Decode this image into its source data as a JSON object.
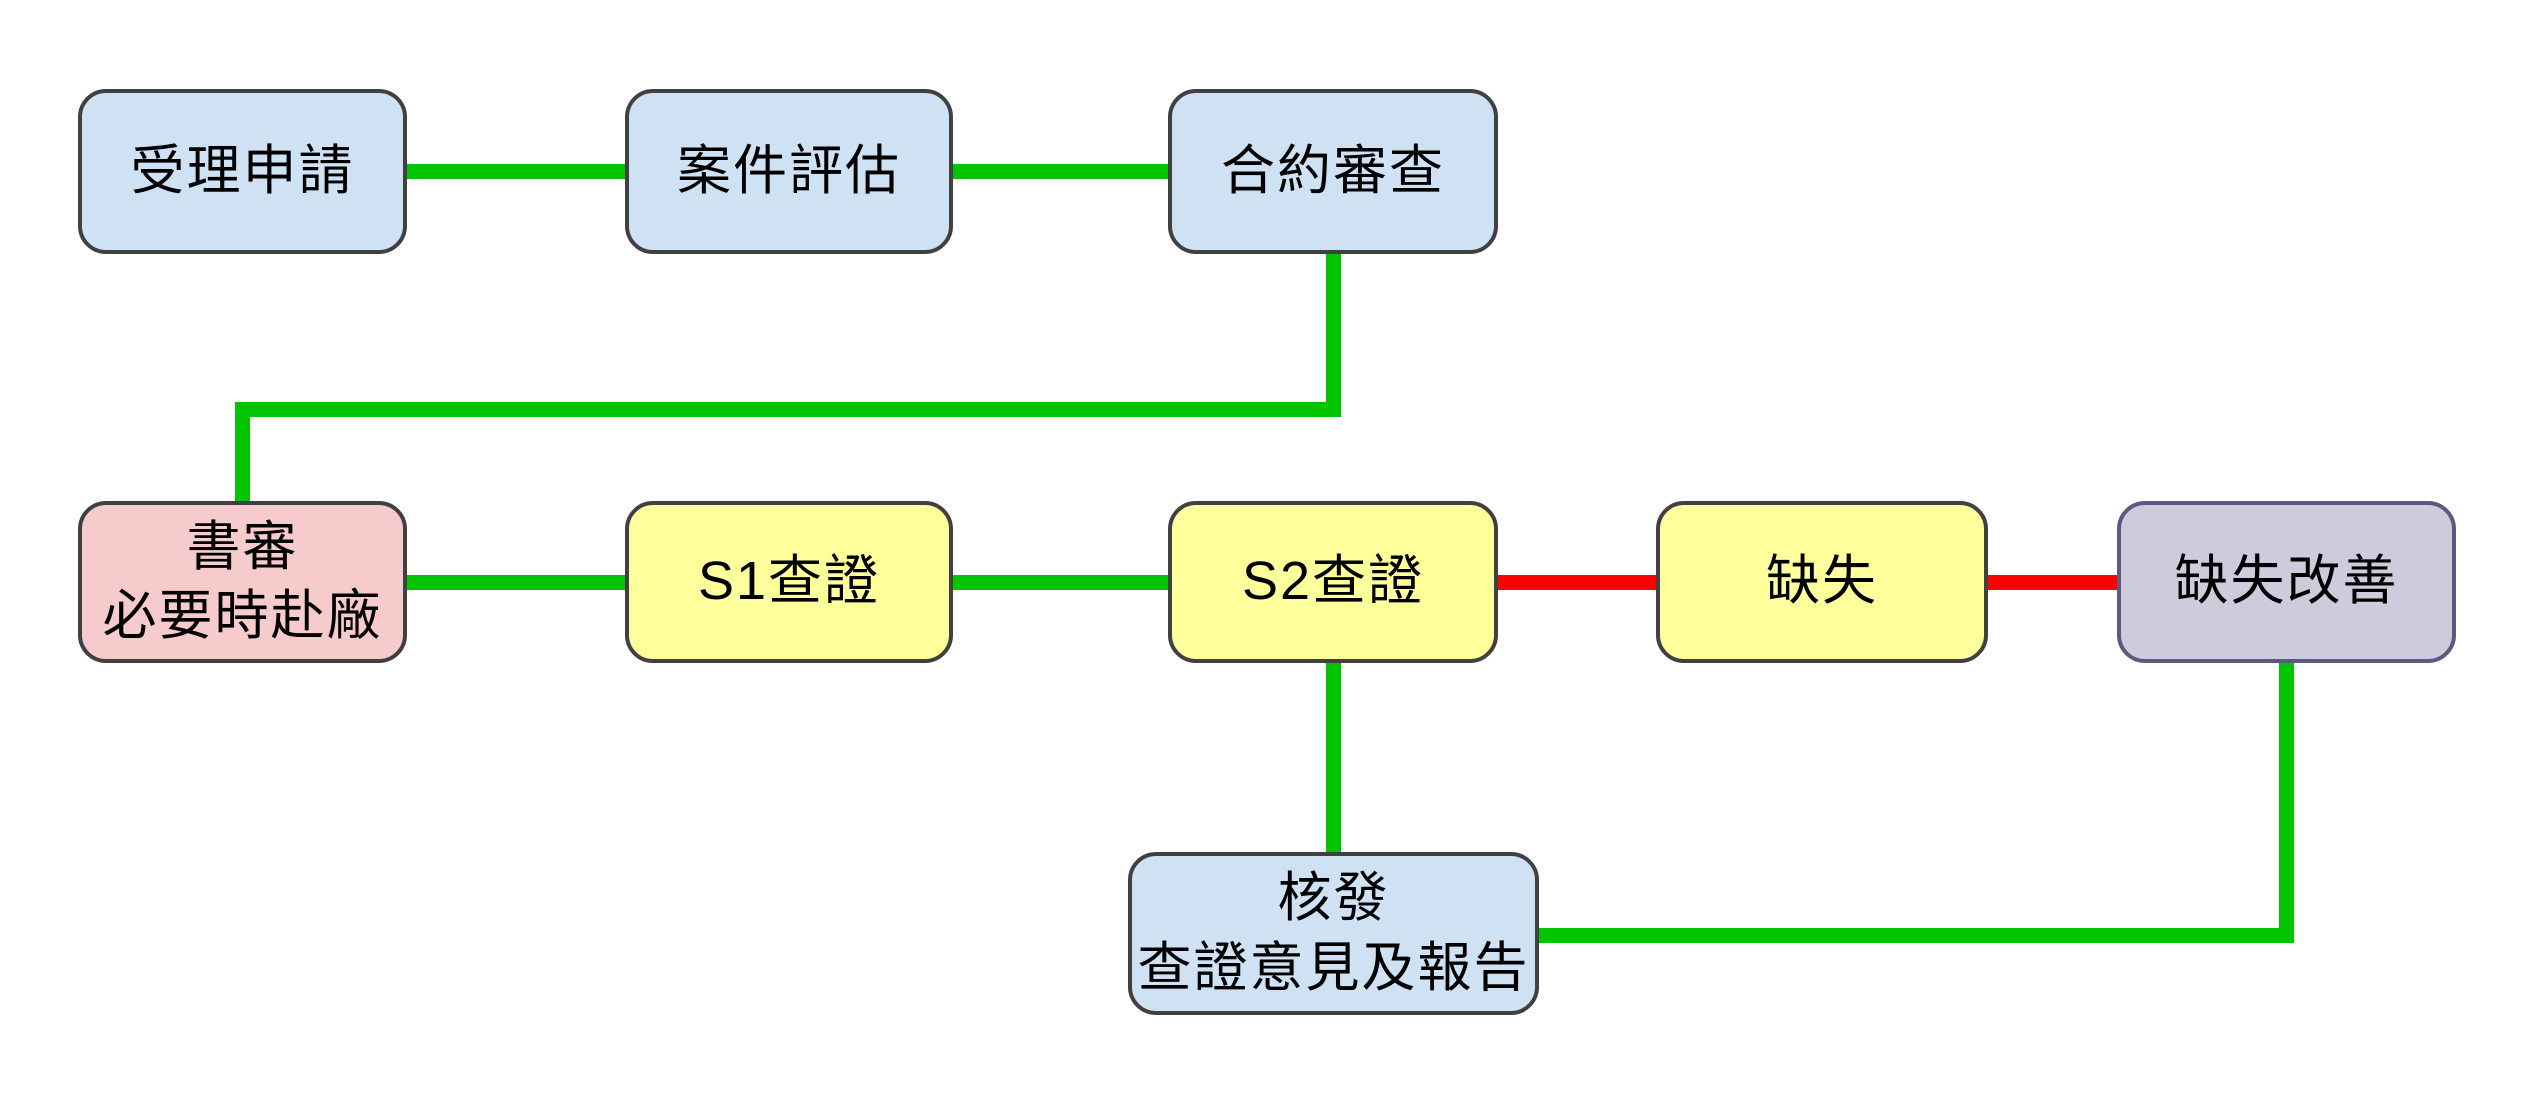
{
  "diagram": {
    "background": "#ffffff",
    "colors": {
      "node_border": "#404040",
      "lavender_border": "#5a5a80",
      "blue_fill": "#cfe2f3",
      "yellow_fill": "#ffff9c",
      "pink_fill": "#f6cbcb",
      "lavender_fill": "#ccccdd",
      "green_link": "#00c400",
      "red_link": "#fe0000",
      "text": "#000000"
    },
    "nodes": {
      "accept": {
        "lines": [
          "受理申請"
        ]
      },
      "evaluate": {
        "lines": [
          "案件評估"
        ]
      },
      "contract": {
        "lines": [
          "合約審查"
        ]
      },
      "docreview": {
        "lines": [
          "書審",
          "必要時赴廠"
        ]
      },
      "s1": {
        "lines": [
          "S1查證"
        ]
      },
      "s2": {
        "lines": [
          "S2查證"
        ]
      },
      "defect": {
        "lines": [
          "缺失"
        ]
      },
      "improve": {
        "lines": [
          "缺失改善"
        ]
      },
      "issue": {
        "lines": [
          "核發",
          "查證意見及報告"
        ]
      }
    },
    "edges": [
      {
        "from": "受理申請",
        "to": "案件評估",
        "color": "green"
      },
      {
        "from": "案件評估",
        "to": "合約審查",
        "color": "green"
      },
      {
        "from": "合約審查",
        "to": "書審 必要時赴廠",
        "color": "green"
      },
      {
        "from": "書審 必要時赴廠",
        "to": "S1查證",
        "color": "green"
      },
      {
        "from": "S1查證",
        "to": "S2查證",
        "color": "green"
      },
      {
        "from": "S2查證",
        "to": "缺失",
        "color": "red"
      },
      {
        "from": "缺失",
        "to": "缺失改善",
        "color": "red"
      },
      {
        "from": "S2查證",
        "to": "核發 查證意見及報告",
        "color": "green"
      },
      {
        "from": "缺失改善",
        "to": "核發 查證意見及報告",
        "color": "green"
      }
    ]
  }
}
